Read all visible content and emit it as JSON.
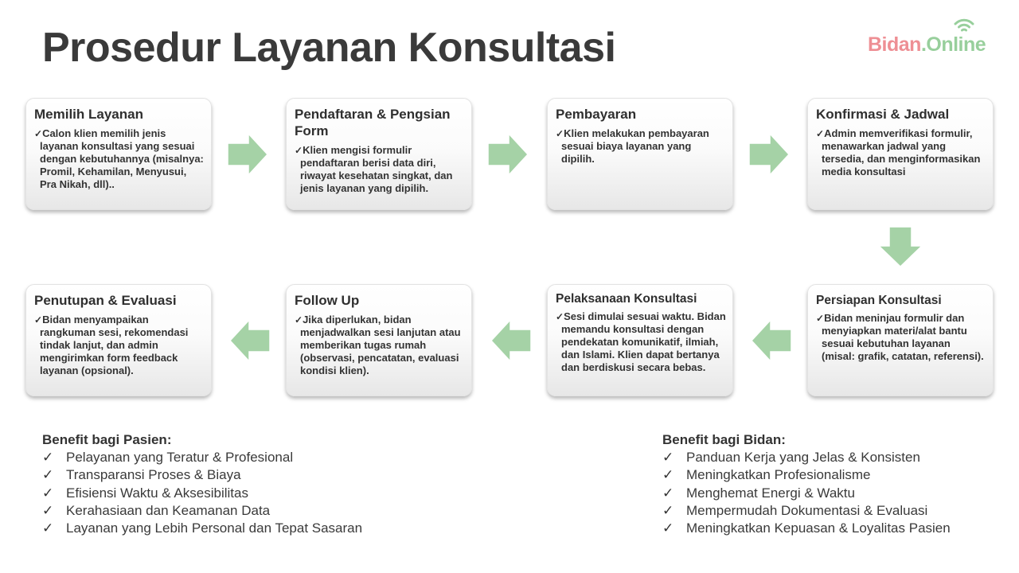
{
  "title": "Prosedur Layanan Konsultasi",
  "logo": {
    "part1": "Bidan",
    "part2": ".Online",
    "icon": "wifi-icon"
  },
  "colors": {
    "arrow": "#a5d2a6",
    "logo_pink": "#ee8f94",
    "logo_green": "#98cf9c"
  },
  "check_mark": "✓",
  "steps": [
    {
      "title": "Memilih Layanan",
      "text": "Calon klien memilih jenis layanan konsultasi yang sesuai dengan kebutuhannya (misalnya: Promil, Kehamilan, Menyusui, Pra Nikah, dll).."
    },
    {
      "title": "Pendaftaran & Pengsian Form",
      "text": "Klien mengisi formulir pendaftaran berisi data diri, riwayat kesehatan singkat, dan jenis layanan yang dipilih."
    },
    {
      "title": "Pembayaran",
      "text": "Klien melakukan pembayaran sesuai biaya layanan yang dipilih."
    },
    {
      "title": "Konfirmasi & Jadwal",
      "text": "Admin memverifikasi formulir, menawarkan jadwal yang tersedia, dan menginformasikan media konsultasi"
    },
    {
      "title": "Persiapan Konsultasi",
      "text": "Bidan meninjau formulir dan menyiapkan materi/alat bantu sesuai kebutuhan layanan (misal: grafik, catatan, referensi)."
    },
    {
      "title": "Pelaksanaan Konsultasi",
      "text": "Sesi dimulai sesuai waktu. Bidan memandu konsultasi dengan pendekatan komunikatif, ilmiah, dan Islami. Klien dapat bertanya dan berdiskusi secara bebas."
    },
    {
      "title": "Follow Up",
      "text": "Jika diperlukan, bidan menjadwalkan sesi lanjutan atau memberikan tugas rumah (observasi, pencatatan, evaluasi kondisi klien)."
    },
    {
      "title": "Penutupan & Evaluasi",
      "text": "Bidan menyampaikan rangkuman sesi, rekomendasi tindak lanjut, dan admin mengirimkan form feedback layanan (opsional)."
    }
  ],
  "benefits_patient": {
    "title": "Benefit bagi Pasien:",
    "items": [
      "Pelayanan yang Teratur & Profesional",
      "Transparansi Proses & Biaya",
      "Efisiensi Waktu & Aksesibilitas",
      "Kerahasiaan dan Keamanan Data",
      "Layanan yang Lebih Personal dan Tepat Sasaran"
    ]
  },
  "benefits_midwife": {
    "title": "Benefit bagi Bidan:",
    "items": [
      "Panduan Kerja yang Jelas & Konsisten",
      "Meningkatkan Profesionalisme",
      "Menghemat Energi & Waktu",
      "Mempermudah Dokumentasi & Evaluasi",
      "Meningkatkan Kepuasan & Loyalitas Pasien"
    ]
  }
}
